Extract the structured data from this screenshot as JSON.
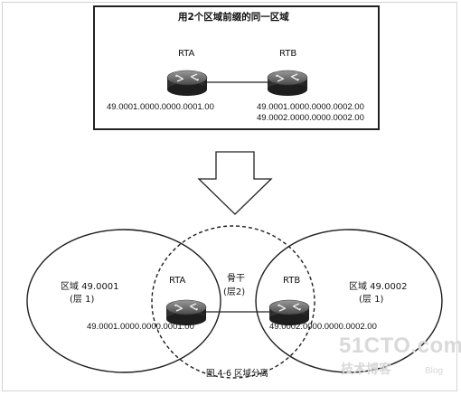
{
  "top_panel": {
    "title": "用2个区域前缀的同一区域",
    "rta_label": "RTA",
    "rtb_label": "RTB",
    "rta_address": "49.0001.0000.0000.0001.00",
    "rtb_address_1": "49.0001.0000.0000.0002.00",
    "rtb_address_2": "49.0002.0000.0000.0002.00"
  },
  "bottom_panel": {
    "area_left": "区域 49.0001",
    "area_left_level": "(层 1)",
    "backbone": "骨干",
    "backbone_level": "(层2)",
    "area_right": "区域 49.0002",
    "area_right_level": "(层 1)",
    "rta_label": "RTA",
    "rtb_label": "RTB",
    "rta_address": "49.0001.0000.0000.0001.00",
    "rtb_address": "49.0002.0000.0000.0002.00"
  },
  "caption": "图 4-6    区域分离",
  "watermark": {
    "site": "51CTO.com",
    "tagline": "技术博客",
    "blog": "Blog"
  }
}
